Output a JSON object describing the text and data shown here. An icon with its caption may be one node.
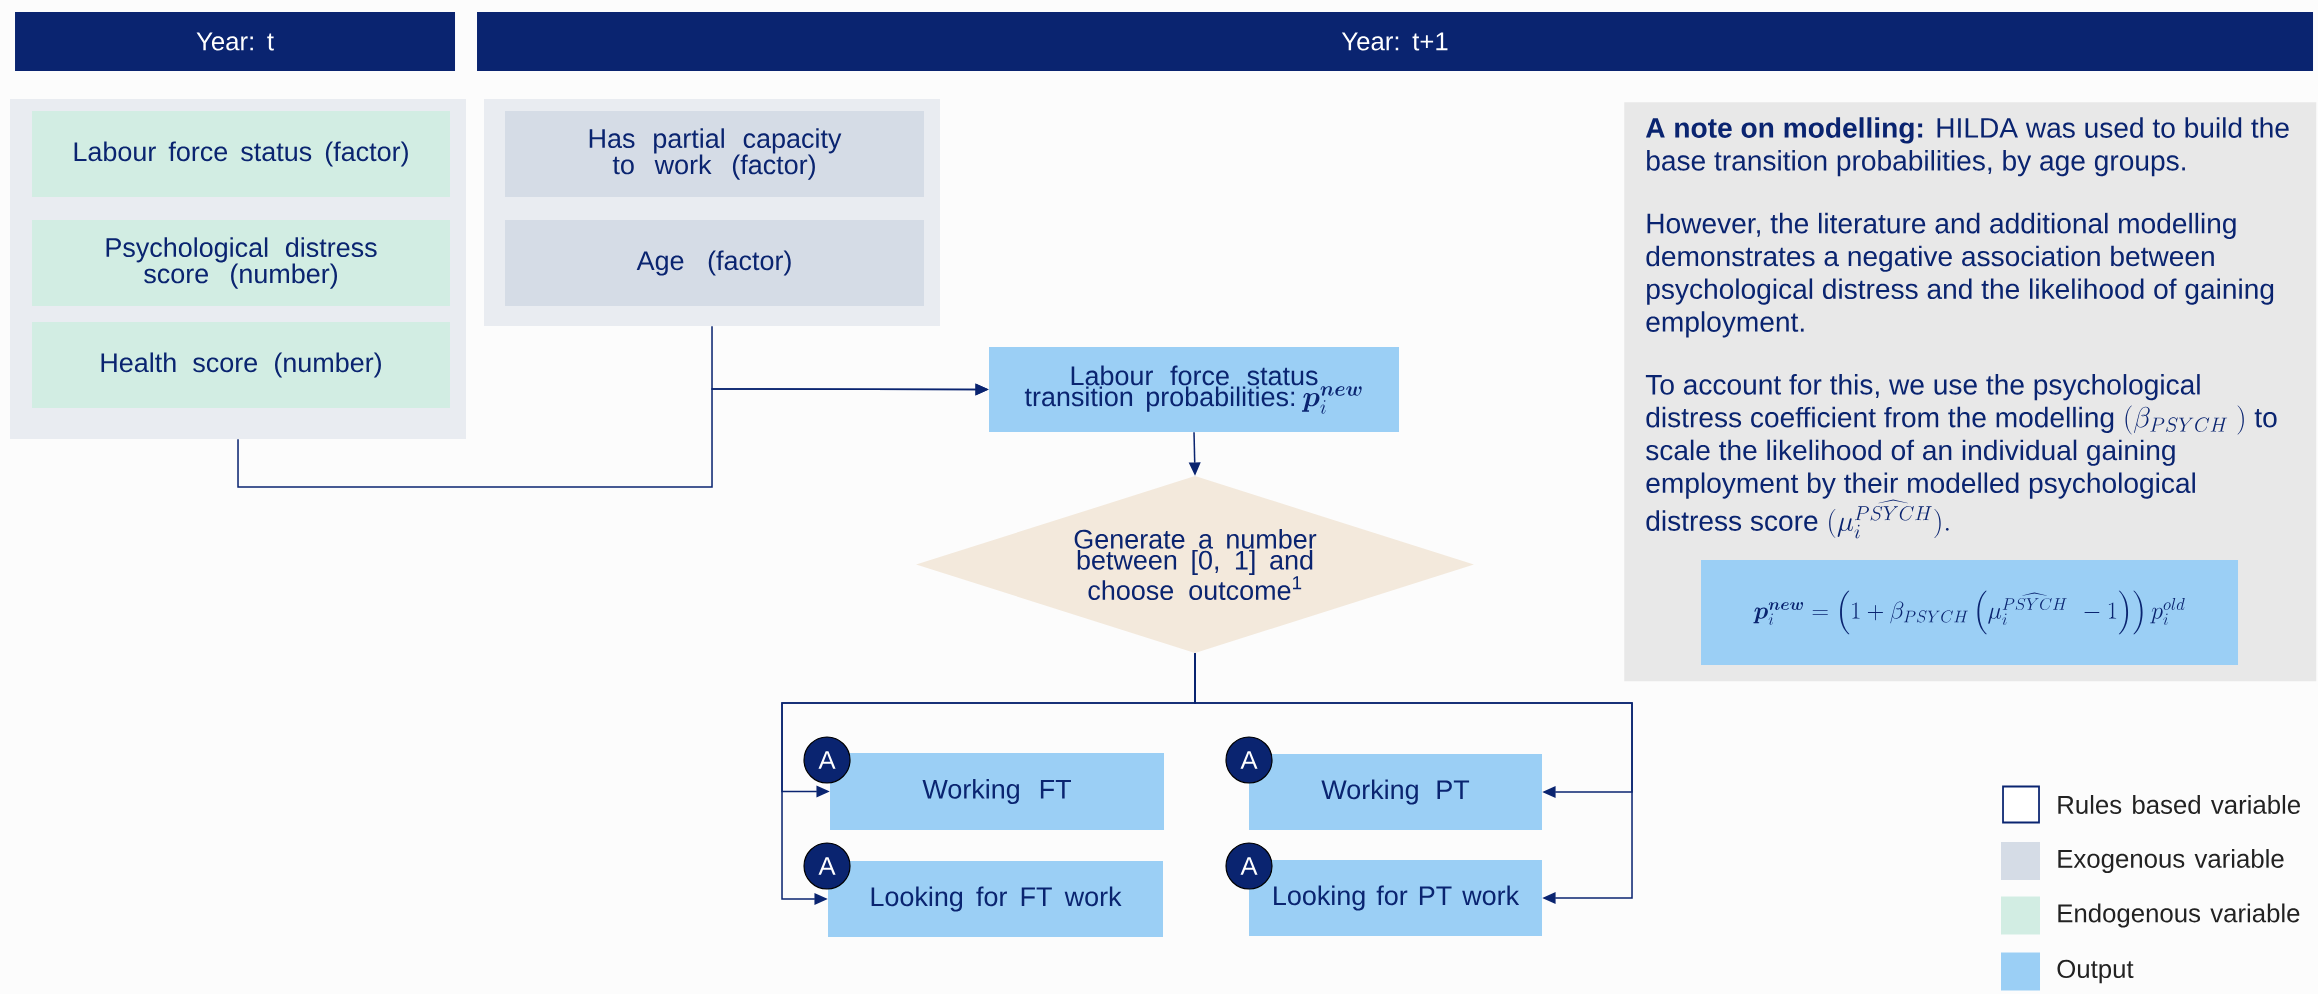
{
  "diagram": {
    "nodes": [
      {
        "text": [
          "Year: t"
        ]
      },
      {
        "text": [
          "Year: t+1"
        ]
      },
      {
        "text": [],
        "shape": "box"
      },
      {
        "text": [
          "Labour force status (factor)"
        ],
        "in": 2
      },
      {
        "text": [
          "Psychological distress score (number)"
        ],
        "in": 2
      },
      {
        "text": [
          "Health score (number)"
        ],
        "in": 2
      },
      {
        "text": [],
        "shape": "box"
      },
      {
        "text": [
          "Has partial capacity to work (factor)"
        ],
        "in": 6
      },
      {
        "text": [
          "Age (factor)"
        ],
        "in": 6
      },
      {
        "text": [
          "Labour force status transition probabilities:",
          "\\boldsymbol{p}_i^{\\boldsymbol{new}}"
        ]
      },
      {
        "text": [
          "Generate a number between [0, 1] and choose outcome$^{1}$"
        ]
      },
      {
        "text": [
          "Working FT"
        ],
        "beside": [
          "A"
        ]
      },
      {
        "text": [
          "Working PT"
        ],
        "beside": [
          "A"
        ]
      },
      {
        "text": [
          "Looking for FT work"
        ],
        "beside": [
          "A"
        ]
      },
      {
        "text": [
          "Looking for PT work"
        ],
        "beside": [
          "A"
        ]
      },
      {
        "text": [
          "**A note on modelling:** HILDA was used to build the base transition probabilities, by age groups.",
          "However, the literature and additional modelling demonstrates a negative association between psychological distress and the likelihood of gaining employment.",
          "To account for this, we use the psychological distress coefficient from the modelling",
          "(\\beta_{PSYCH}\\ )",
          "to scale the likelihood of an individual gaining employment by their modelled psychological distress score",
          "(\\mu_i^{\\widehat{PSYCH}})."
        ]
      },
      {
        "text": [
          "\\boldsymbol{p}_i^{\\boldsymbol{new}} = \\left(1+\\beta_{PSYCH}\\left(\\mu_i^{\\widehat{PSYCH}}\\ -1\\right)\\right)p_i^{old}"
        ],
        "in": 15
      }
    ],
    "edges": [
      {
        "from": 2,
        "to": 9,
        "arrow": "to"
      },
      {
        "from": 6,
        "to": 9,
        "arrow": "to"
      },
      {
        "from": 9,
        "to": 10,
        "arrow": "to"
      },
      {
        "from": 10,
        "to": 11,
        "arrow": "to"
      },
      {
        "from": 10,
        "to": 12,
        "arrow": "to"
      },
      {
        "from": 10,
        "to": 13,
        "arrow": "to"
      },
      {
        "from": 10,
        "to": 14,
        "arrow": "to"
      }
    ],
    "legend": [
      {
        "text": "Rules based variable"
      },
      {
        "text": "Exogenous variable",
        "color": "#d5dce6"
      },
      {
        "text": "Endogenous variable",
        "color": "#d2ede3"
      },
      {
        "text": "Output",
        "color": "#9bcff5"
      }
    ]
  }
}
